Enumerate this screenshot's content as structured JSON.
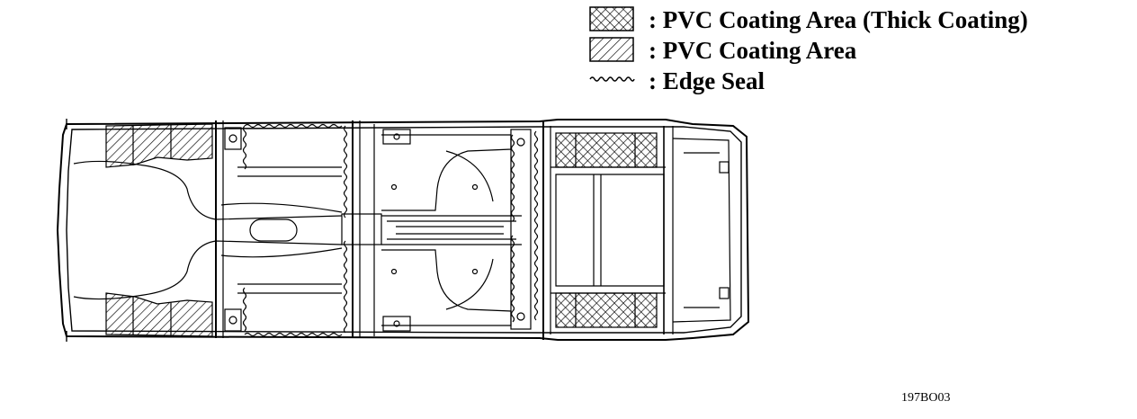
{
  "legend": {
    "items": [
      {
        "label": ": PVC Coating Area (Thick Coating)",
        "swatch": "crosshatch-swatch"
      },
      {
        "label": ": PVC Coating Area",
        "swatch": "diagonal-hatch-swatch"
      },
      {
        "label": ": Edge Seal",
        "swatch": "wavy-line-swatch"
      }
    ]
  },
  "figure": {
    "code": "197BO03"
  },
  "colors": {
    "line": "#000000",
    "background": "#ffffff"
  }
}
